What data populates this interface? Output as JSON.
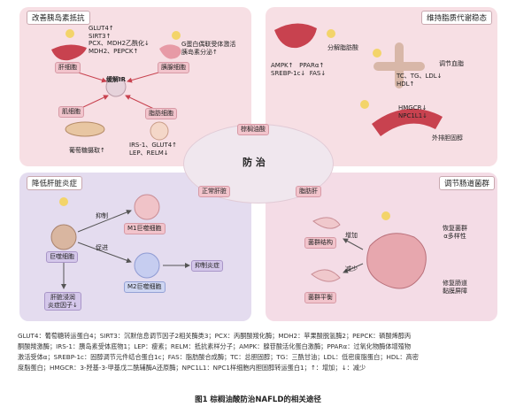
{
  "panels": {
    "tl": {
      "title": "改善胰岛素抵抗",
      "up_list": "GLUT4↑\nSIRT3↑\nPCX、MDH2乙酰化↓\nMDH2、PEPCK↑",
      "gpcr_text": "G蛋白偶联受体激活\n胰岛素分泌↑",
      "liver_box": "肝细胞",
      "islet_box": "胰腺细胞",
      "ir_label": "缓解IR",
      "muscle_box": "肌细胞",
      "fat_box": "脂肪细胞",
      "glucose_text": "葡萄糖摄取↑",
      "irs_list": "IRS-1、GLUT4↑\nLEP、RELM↓"
    },
    "tr": {
      "title": "维持脂质代谢稳态",
      "fat_decompose": "分解脂肪酸",
      "ampk_list": "AMPK↑   PPARα↑\nSREBP-1c↓  FAS↓",
      "lipid_reg": "调节血脂",
      "lipid_list": "TC、TG、LDL↓\nHDL↑",
      "hmgcr_list": "HMGCR↓\nNPC1L1↓",
      "bile_text": "外排胆固醇"
    },
    "bl": {
      "title": "降低肝脏炎症",
      "kupffer_box": "巨噬细胞",
      "inhibit": "抑制",
      "promote": "促进",
      "m1_box": "M1巨噬细胞",
      "m2_box": "M2巨噬细胞",
      "anti_inflam_box": "抑制炎症",
      "liver_infil_box": "肝脏浸润\n炎症因子↓"
    },
    "br": {
      "title": "调节肠道菌群",
      "gut_box": "菌群结构",
      "increase": "增加",
      "decrease": "减少",
      "flora_box": "菌群平衡",
      "restore": "恢复菌群\nα多样性",
      "repair": "修复肠道\n黏膜屏障"
    }
  },
  "center": {
    "drug": "棕榈油酸",
    "action": "防 治",
    "normal_liver": "正常肝脏",
    "fatty_liver": "脂肪肝"
  },
  "caption_lines": [
    "GLUT4：葡萄糖转运蛋白4；SIRT3：沉默信息调节因子2相关酶类3；PCX：丙酮酸羧化酶；MDH2：苹果酸脱氢酶2；PEPCK：磷酸烯醇丙",
    "酮酸羧激酶；IRS-1：胰岛素受体底物1；LEP：瘦素；RELM：抵抗素样分子；AMPK：腺苷酸活化蛋白激酶；PPARα：过氧化物酶体增殖物",
    "激活受体α；SREBP-1c：固醇调节元件结合蛋白1c；FAS：脂肪酸合成酶；TC：总胆固醇；TG：三酰甘油；LDL：低密度脂蛋白；HDL：高密",
    "度脂蛋白；HMGCR：3-羟基-3-甲基戊二酰辅酶A还原酶；NPC1L1：NPC1样细胞内胆固醇转运蛋白1；↑：增加；↓：减少"
  ],
  "figure_title": "图1   棕榈油酸防治NAFLD的相关途径",
  "colors": {
    "panel_pink": "#f7dfe4",
    "panel_purple": "#e4dcef",
    "accent_red": "#c8424f",
    "drop_yellow": "#f3d46a"
  }
}
